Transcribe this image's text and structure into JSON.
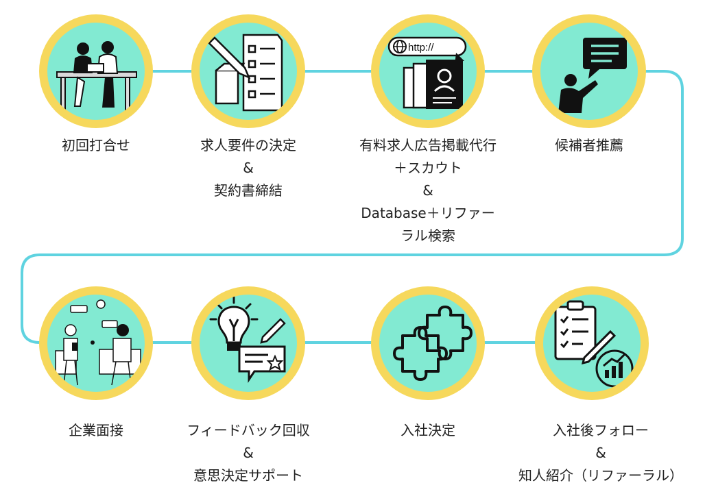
{
  "colors": {
    "ring": "#f6d85c",
    "fill": "#82ead2",
    "line": "#5fd3e0",
    "ink": "#111111"
  },
  "steps": [
    {
      "icon": "meeting-people-icon",
      "lines": [
        "初回打合せ"
      ]
    },
    {
      "icon": "checklist-contract-icon",
      "lines": [
        "求人要件の決定",
        "&",
        "契約書締結"
      ]
    },
    {
      "icon": "browser-http-profiles-icon",
      "lines": [
        "有料求人広告掲載代行",
        "＋スカウト",
        "&",
        "Database＋リファー",
        "ラル検索"
      ]
    },
    {
      "icon": "presenter-speech-icon",
      "lines": [
        "候補者推薦"
      ]
    },
    {
      "icon": "interview-people-icon",
      "lines": [
        "企業面接"
      ]
    },
    {
      "icon": "lightbulb-feedback-icon",
      "lines": [
        "フィードバック回収",
        "&",
        "意思決定サポート"
      ]
    },
    {
      "icon": "puzzle-pieces-icon",
      "lines": [
        "入社決定"
      ]
    },
    {
      "icon": "clipboard-growth-icon",
      "lines": [
        "入社後フォロー",
        "&",
        "知人紹介（リファーラル）"
      ]
    }
  ],
  "icon_text": {
    "http": "http://"
  }
}
